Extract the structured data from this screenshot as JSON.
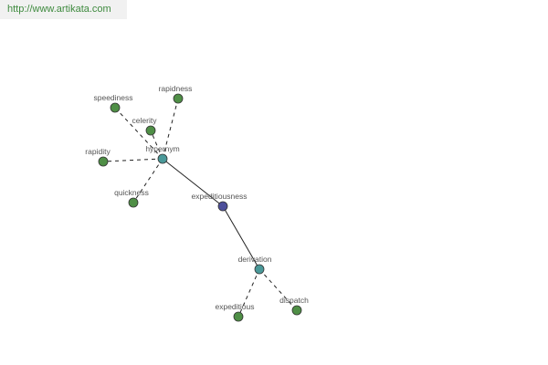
{
  "header": {
    "source_url": "http://www.artikata.com"
  },
  "colors": {
    "banner_bg": "#f1f1f1",
    "link_text": "#3e8a3e",
    "center_node": "#4d4f9b",
    "relation_node": "#4a9999",
    "word_node": "#4f8f46",
    "edge": "#222222",
    "label_text": "#555555"
  },
  "diagram": {
    "nodes": [
      {
        "id": "expeditiousness",
        "label": "expeditiousness",
        "kind": "center"
      },
      {
        "id": "hypernym",
        "label": "hypernym",
        "kind": "relation"
      },
      {
        "id": "derivation",
        "label": "derivation",
        "kind": "relation"
      },
      {
        "id": "speediness",
        "label": "speediness",
        "kind": "word"
      },
      {
        "id": "rapidness",
        "label": "rapidness",
        "kind": "word"
      },
      {
        "id": "celerity",
        "label": "celerity",
        "kind": "word"
      },
      {
        "id": "rapidity",
        "label": "rapidity",
        "kind": "word"
      },
      {
        "id": "quickness",
        "label": "quickness",
        "kind": "word"
      },
      {
        "id": "expeditious",
        "label": "expeditious",
        "kind": "word"
      },
      {
        "id": "dispatch",
        "label": "dispatch",
        "kind": "word"
      }
    ],
    "edges": [
      {
        "from": "hypernym",
        "to": "expeditiousness",
        "style": "solid"
      },
      {
        "from": "expeditiousness",
        "to": "derivation",
        "style": "solid"
      },
      {
        "from": "hypernym",
        "to": "speediness",
        "style": "dashed"
      },
      {
        "from": "hypernym",
        "to": "rapidness",
        "style": "dashed"
      },
      {
        "from": "hypernym",
        "to": "celerity",
        "style": "dashed"
      },
      {
        "from": "hypernym",
        "to": "rapidity",
        "style": "dashed"
      },
      {
        "from": "hypernym",
        "to": "quickness",
        "style": "dashed"
      },
      {
        "from": "derivation",
        "to": "expeditious",
        "style": "dashed"
      },
      {
        "from": "derivation",
        "to": "dispatch",
        "style": "dashed"
      }
    ]
  }
}
